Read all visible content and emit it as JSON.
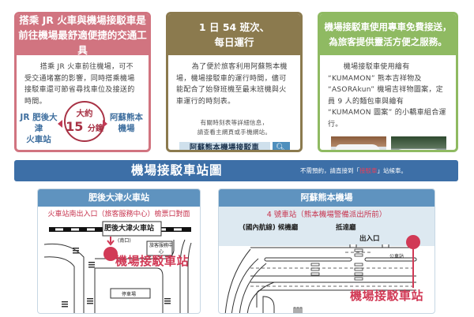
{
  "card1": {
    "title_line1": "搭乘 JR 火車與機場接駁車是",
    "title_line2": "前往機場最舒適便捷的交通工具",
    "body": "搭乘 JR 火車前往機場，可不受交通堵塞的影響，同時搭乘機場接駁車還可節省尋找車位及接送的時間。",
    "route": {
      "from_line1": "JR 肥後大津",
      "from_line2": "火車站",
      "duration_prefix": "大約",
      "duration_number": "15",
      "duration_unit": "分鐘",
      "to_line1": "阿蘇熊本",
      "to_line2": "機場"
    },
    "color": "#d17480"
  },
  "card2": {
    "title_line1": "1 日 54 班次、",
    "title_line2": "每日運行",
    "body": "為了便於旅客利用阿蘇熊本機場，機場接駁車的運行時間，儘可能配合了始發班機至最末班機與火車運行的時刻表。",
    "note_line1": "有關時刻表等詳細信息，",
    "note_line2": "請查看主網頁或手機網站。",
    "search": {
      "value": "阿蘇熊本機場接駁車",
      "icon": "search-icon"
    },
    "color": "#8b7a4e"
  },
  "card3": {
    "title_line1": "機場接駁車使用專車免費接送，",
    "title_line2": "為旅客提供靈活方便之服務。",
    "body": "機場接駁車使用繪有 “KUMAMON” 熊本吉祥物及 “ASORAkun” 機場吉祥物圖案，定員 9 人的麵包車與繪有 “KUMAMON 圖案” 的小轎車組合運行。",
    "photos": [
      "van-photo",
      "taxi-photo"
    ],
    "color": "#8fba62"
  },
  "banner": {
    "title": "機場接駁車站圖",
    "hint_prefix": "不需預約，請直接到「",
    "hint_highlight": "接駁車",
    "hint_suffix": "」站候車。",
    "color": "#3d6fa7"
  },
  "map1": {
    "title": "肥後大津火車站",
    "subtitle": "火車站南出入口（旅客服務中心）檢票口對面",
    "station_label": "肥後大津火車站",
    "south_exit": "(南口)",
    "info_center": "旅客服務中心",
    "parking": "停車場",
    "stop_label": "機場接駁車站"
  },
  "map2": {
    "title": "阿蘇熊本機場",
    "subtitle": "4 號車站（熊本機場警備派出所前）",
    "domestic_lobby": "(國內航線) 候機廳",
    "arrival_hall": "抵達廳",
    "entrance": "出入口",
    "bus_stop": "公車站",
    "stop_label": "機場接駁車站"
  }
}
